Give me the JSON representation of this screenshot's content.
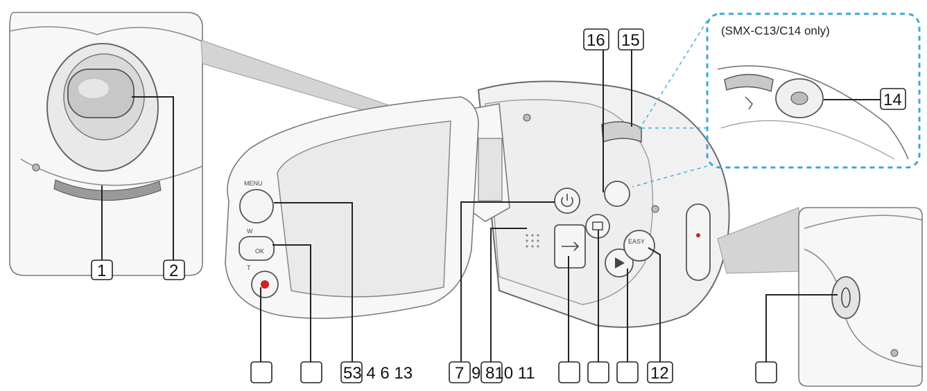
{
  "note": "(SMX-C13/C14 only)",
  "button_labels": {
    "menu": "MENU",
    "w": "W",
    "t": "T",
    "ok": "OK",
    "easy": "EASY"
  },
  "callouts": {
    "c1": "1",
    "c2": "2",
    "c12": "12",
    "c14": "14",
    "c15": "15",
    "c16": "16",
    "bottom_row_a": "53 4 6 13",
    "bottom_row_b": "7",
    "bottom_row_c": "9 810 11"
  },
  "colors": {
    "accent_dash": "#3aa7dc",
    "record_red": "#d32020"
  }
}
